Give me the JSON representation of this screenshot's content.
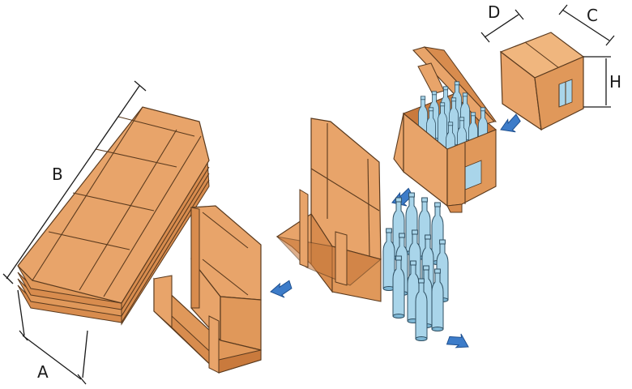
{
  "labels": {
    "A": "A",
    "B": "B",
    "C": "C",
    "D": "D",
    "H": "H"
  },
  "colors": {
    "cardboard_front": "#e8a46a",
    "cardboard_side": "#d88c4e",
    "cardboard_top": "#f0b67e",
    "cardboard_inner": "#c97a3d",
    "outline": "#5a3a1e",
    "bottle": "#a9d5ea",
    "bottle_dark": "#7fb8d6",
    "arrow": "#3d7cc9",
    "dim_line": "#1a1a1a"
  },
  "icons": [
    "flow-arrow",
    "bottle"
  ]
}
